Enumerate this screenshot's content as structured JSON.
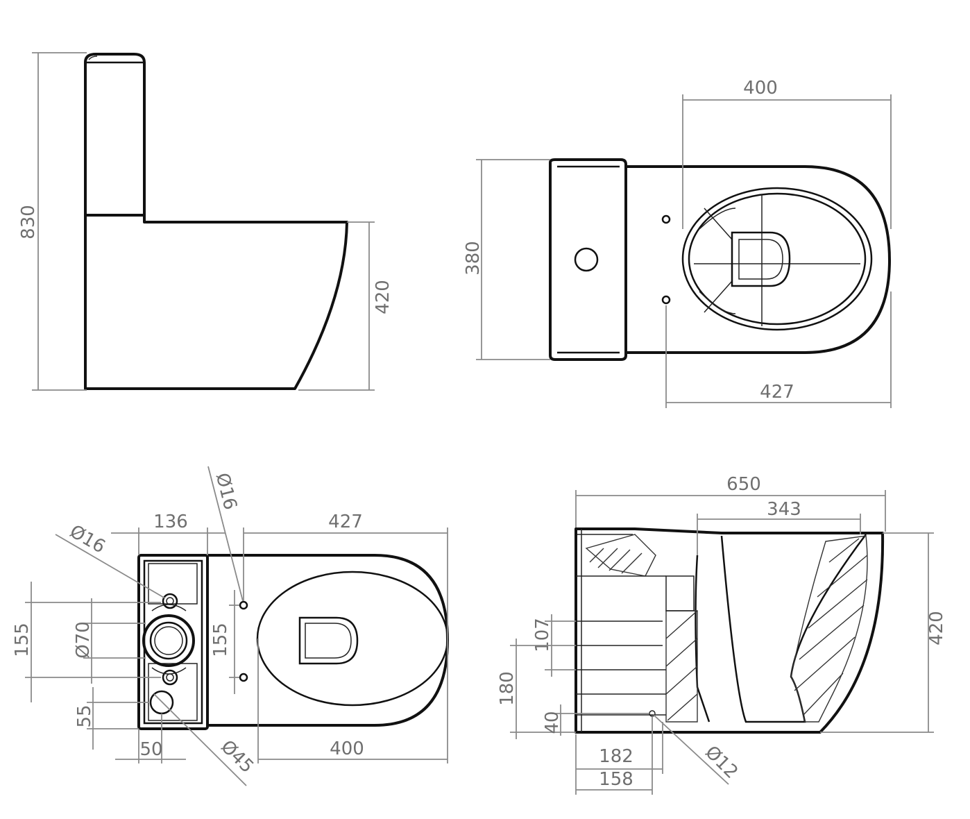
{
  "dimensions": {
    "side": {
      "height_total": "830",
      "height_bowl": "420"
    },
    "top": {
      "width_top": "400",
      "depth": "380",
      "width_bottom": "427"
    },
    "base": {
      "d16_right": "Ø16",
      "d16_left": "Ø16",
      "w136": "136",
      "w427": "427",
      "h155_left": "155",
      "d70": "Ø70",
      "h155_mid": "155",
      "h55": "55",
      "w50": "50",
      "d45": "Ø45",
      "w400": "400"
    },
    "section": {
      "w650": "650",
      "w343": "343",
      "h420": "420",
      "h107": "107",
      "h180": "180",
      "h40": "40",
      "w182": "182",
      "w158": "158",
      "d12": "Ø12"
    }
  },
  "colors": {
    "outline": "#111111",
    "dimension": "#8a8a8a",
    "text": "#6f6f6f",
    "background": "#ffffff"
  }
}
